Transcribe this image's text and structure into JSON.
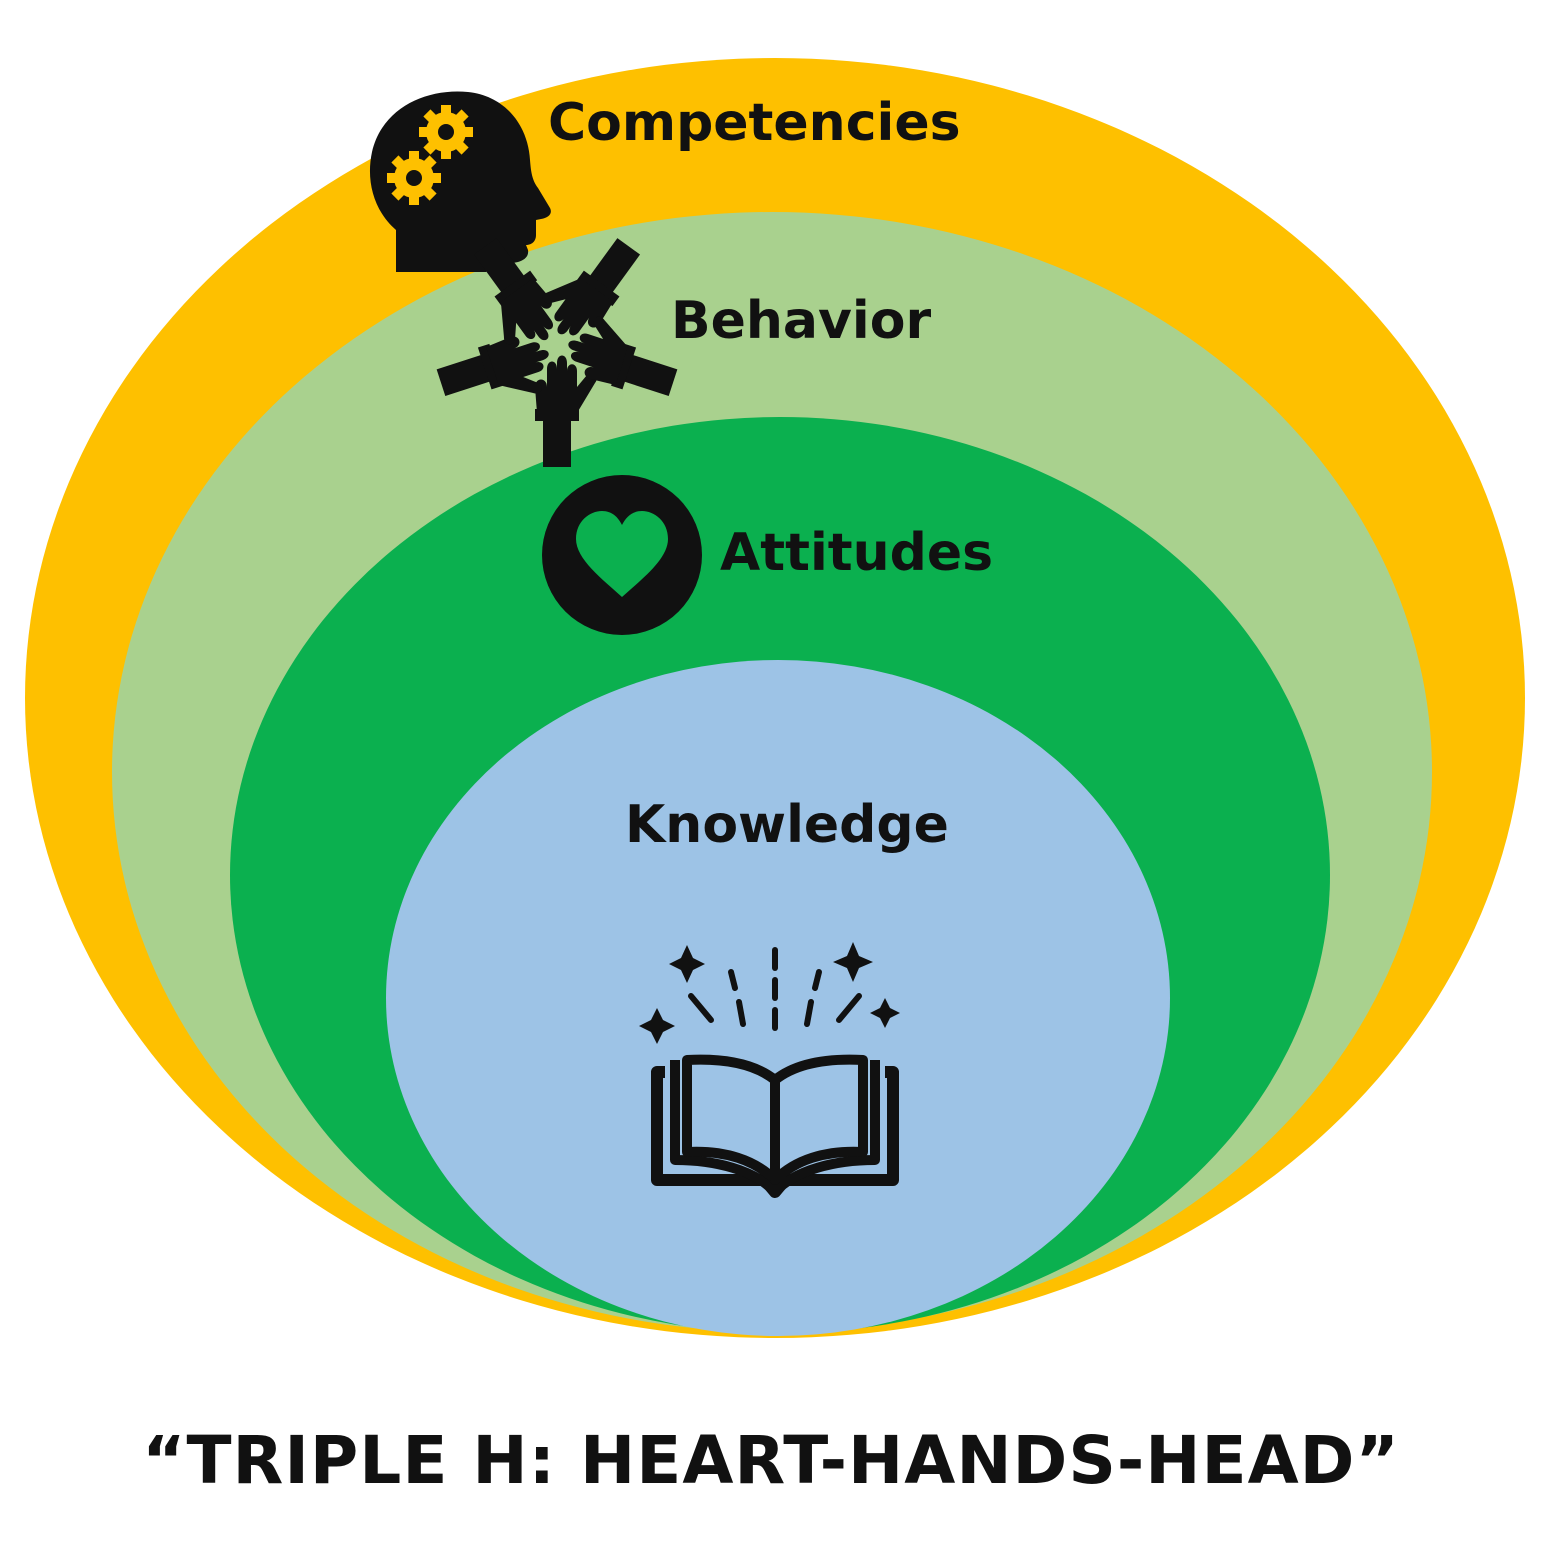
{
  "layers": [
    {
      "id": "competencies",
      "label": "Competencies",
      "color": "#FEC000",
      "icon": "head-gears-icon"
    },
    {
      "id": "behavior",
      "label": "Behavior",
      "color": "#A9D18E",
      "icon": "joined-hands-icon"
    },
    {
      "id": "attitudes",
      "label": "Attitudes",
      "color": "#0BB04F",
      "icon": "heart-icon"
    },
    {
      "id": "knowledge",
      "label": "Knowledge",
      "color": "#9DC3E6",
      "icon": "open-book-icon"
    }
  ],
  "caption": "“TRIPLE H: HEART-HANDS-HEAD”"
}
